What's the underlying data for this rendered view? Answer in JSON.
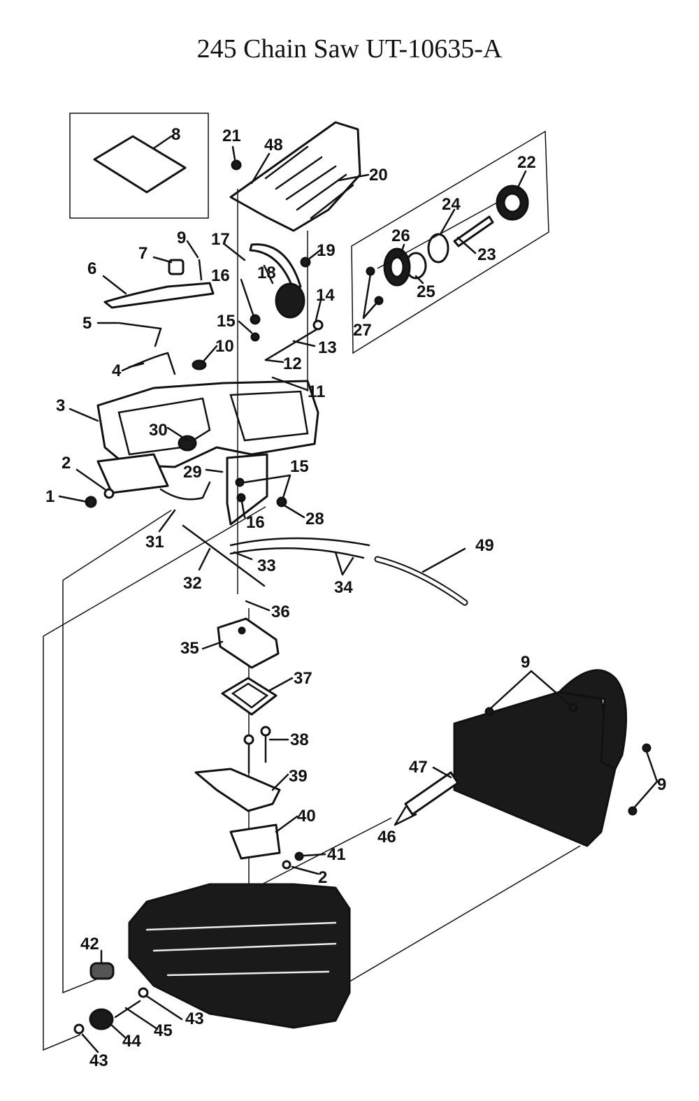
{
  "title": "245 Chain Saw UT-10635-A",
  "callouts": {
    "c1": "1",
    "c2a": "2",
    "c2b": "2",
    "c3": "3",
    "c4": "4",
    "c5": "5",
    "c6": "6",
    "c7": "7",
    "c8": "8",
    "c9a": "9",
    "c9b": "9",
    "c9c": "9",
    "c10": "10",
    "c11": "11",
    "c12": "12",
    "c13": "13",
    "c14": "14",
    "c15a": "15",
    "c15b": "15",
    "c16a": "16",
    "c16b": "16",
    "c17": "17",
    "c18": "18",
    "c19": "19",
    "c20": "20",
    "c21": "21",
    "c22": "22",
    "c23": "23",
    "c24": "24",
    "c25": "25",
    "c26": "26",
    "c27": "27",
    "c28": "28",
    "c29": "29",
    "c30": "30",
    "c31": "31",
    "c32": "32",
    "c33": "33",
    "c34": "34",
    "c35": "35",
    "c36": "36",
    "c37": "37",
    "c38": "38",
    "c39": "39",
    "c40": "40",
    "c41": "41",
    "c42": "42",
    "c43a": "43",
    "c43b": "43",
    "c44": "44",
    "c45": "45",
    "c46": "46",
    "c47": "47",
    "c48": "48",
    "c49": "49"
  }
}
